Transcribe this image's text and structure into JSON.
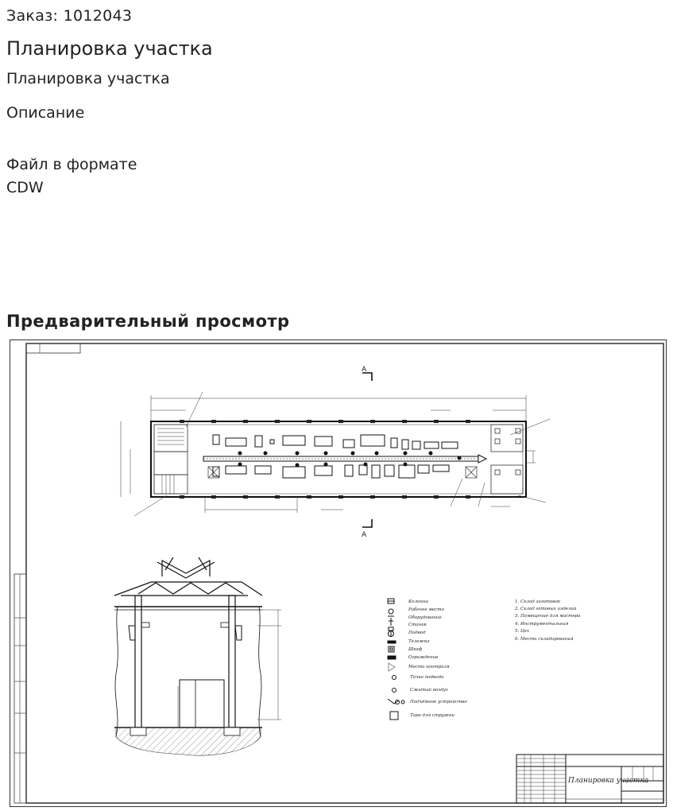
{
  "order": {
    "label": "Заказ: 1012043"
  },
  "page": {
    "title": "Планировка участка",
    "subtitle": "Планировка участка",
    "description_label": "Описание",
    "file_info": "Файл в формате CDW"
  },
  "preview": {
    "heading": "Предварительный просмотр",
    "drawing": {
      "section_mark": "А",
      "title_block_name": "Планировка участка",
      "legend_left": [
        "Колонна",
        "Рабочее место",
        "Оборудование",
        "Станок",
        "Подвод",
        "Тележка",
        "Шкаф",
        "Ограждение",
        "Место контроля",
        "Точка подвода",
        "Сжатый воздух",
        "Подъёмное устройство",
        "Тара для стружки"
      ],
      "legend_right": [
        "1. Склад заготовок",
        "2. Склад готовых изделий",
        "3. Помещение для мастера",
        "4. Инструментальная",
        "5. Цех",
        "6. Место складирования"
      ]
    }
  }
}
